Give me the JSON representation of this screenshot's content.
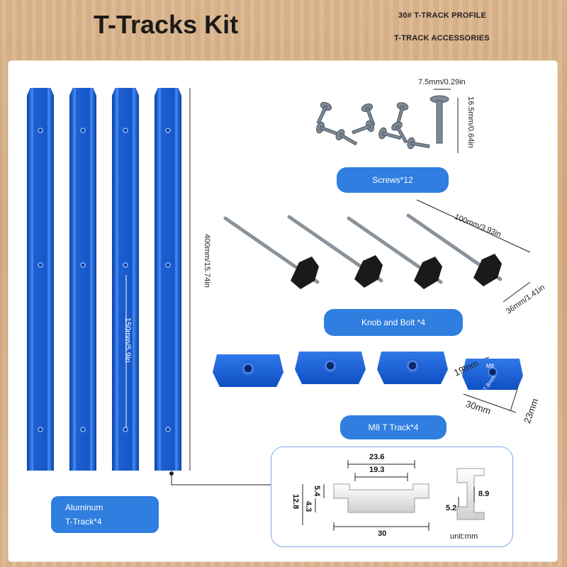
{
  "header": {
    "title": "T-Tracks Kit",
    "profile_label": "30# T-TRACK PROFILE",
    "accessories_label": "T-TRACK ACCESSORIES"
  },
  "rails": {
    "length_label": "400mm/15.74in",
    "spacing_label": "150mm/5.9in",
    "pill_line1": "Aluminum",
    "pill_line2": "T-Track*4"
  },
  "screws": {
    "width_label": "7.5mm/0.29in",
    "length_label": "16.5mm/0.64in",
    "pill": "Screws*12"
  },
  "knob": {
    "length_label": "100mm/3.93in",
    "height_label": "36mm/1.41in",
    "pill": "Knob and Bolt *4"
  },
  "slider": {
    "h_label": "19mm",
    "w_label": "30mm",
    "l_label": "23mm",
    "thread_label": "M8",
    "inner_label": "7.8mm",
    "pill": "M8 T Track*4"
  },
  "profile": {
    "top_outer": "23.6",
    "top_inner": "19.3",
    "height_total": "12.8",
    "height_a": "4.3",
    "height_b": "5.4",
    "bottom": "30",
    "side_a": "8.9",
    "side_b": "5.2",
    "unit": "unit:mm"
  },
  "colors": {
    "accent": "#2f7ee0",
    "aluminum_blue": "#1657c8"
  }
}
